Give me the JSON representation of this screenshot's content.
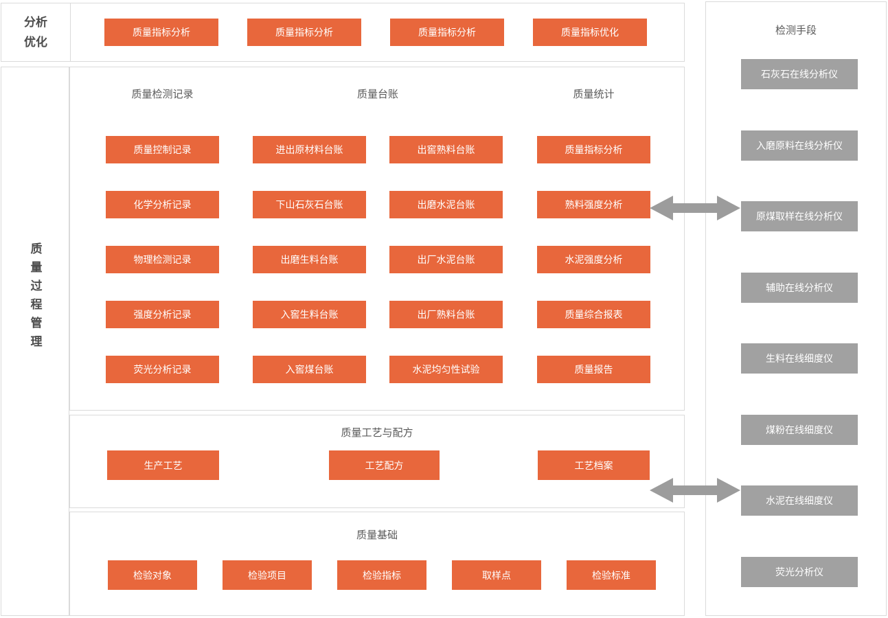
{
  "colors": {
    "accent_orange": "#E8673C",
    "device_gray": "#A1A1A1",
    "arrow_gray": "#9C9C9C",
    "border_gray": "#DADADA",
    "heading_text": "#595959",
    "side_label_text": "#4D4D4D"
  },
  "top_band": {
    "label_line1": "分析",
    "label_line2": "优化",
    "buttons": [
      "质量指标分析",
      "质量指标分析",
      "质量指标分析",
      "质量指标优化"
    ]
  },
  "main_band": {
    "side_label": "质量过程管理",
    "records_section": {
      "headers": [
        "质量检测记录",
        "质量台账",
        "质量统计"
      ],
      "columns": [
        {
          "buttons": [
            "质量控制记录",
            "化学分析记录",
            "物理检测记录",
            "强度分析记录",
            "荧光分析记录"
          ]
        },
        {
          "buttons": [
            "进出原材料台账",
            "下山石灰石台账",
            "出磨生料台账",
            "入窖生料台账",
            "入窖煤台账"
          ]
        },
        {
          "buttons": [
            "出窖熟料台账",
            "出磨水泥台账",
            "出厂水泥台账",
            "出厂熟料台账",
            "水泥均匀性试验"
          ]
        },
        {
          "buttons": [
            "质量指标分析",
            "熟料强度分析",
            "水泥强度分析",
            "质量综合报表",
            "质量报告"
          ]
        }
      ]
    },
    "process_section": {
      "header": "质量工艺与配方",
      "buttons": [
        "生产工艺",
        "工艺配方",
        "工艺档案"
      ]
    },
    "foundation_section": {
      "header": "质量基础",
      "buttons": [
        "检验对象",
        "检验项目",
        "检验指标",
        "取样点",
        "检验标准"
      ]
    }
  },
  "right_panel": {
    "header": "检测手段",
    "buttons": [
      "石灰石在线分析仪",
      "入磨原料在线分析仪",
      "原煤取样在线分析仪",
      "辅助在线分析仪",
      "生料在线细度仪",
      "煤粉在线细度仪",
      "水泥在线细度仪",
      "荧光分析仪"
    ]
  }
}
